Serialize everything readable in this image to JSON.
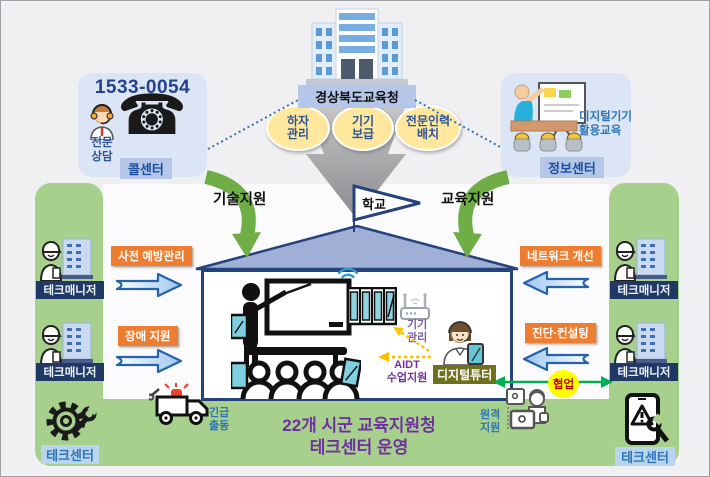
{
  "palette": {
    "background": "#f0f0f2",
    "panel_green": "#a7d08c",
    "card_blue": "#dbe5f5",
    "chip_blue": "#b5c7e8",
    "navy": "#1f3864",
    "orange": "#ed7d31",
    "bubble_yellow": "#ffe79d",
    "bubble_text_blue": "#2e5496",
    "house_border": "#24427c",
    "roof_fill": "#9fafd6",
    "purple": "#7030a0",
    "green_arrow": "#6fad47",
    "blue_arrow_outline": "#2563ad",
    "collab_line_green": "#00af4f",
    "collab_badge_yellow": "#ffff00",
    "dashed_arrow_yellow": "#ffc000",
    "tutor_label_olive": "#6f6f1d",
    "tablet_teal": "#7ed0e0"
  },
  "authority": {
    "name": "경상북도교육청",
    "functions": [
      "하자\n관리",
      "기기\n보급",
      "전문인력\n배치"
    ]
  },
  "call_center": {
    "phone_number": "1533-0054",
    "phone_icon": "☎",
    "agent_caption": "전문\n상담",
    "label": "콜센터"
  },
  "info_center": {
    "caption": "디지털기기\n활용교육",
    "label": "정보센터"
  },
  "flows": {
    "left": "기술지원",
    "right": "교육지원"
  },
  "school": {
    "flag": "학교"
  },
  "left_panel": {
    "managers": [
      "테크매니저",
      "테크매니저"
    ],
    "actions": [
      "사전 예방관리",
      "장애 지원"
    ],
    "tech_center": "테크센터"
  },
  "right_panel": {
    "managers": [
      "테크매니저",
      "테크매니저"
    ],
    "actions": [
      "네트워크 개선",
      "진단·컨설팅"
    ],
    "tech_center": "테크센터"
  },
  "house": {
    "device_management": "기기\n관리",
    "aidt_support": "AIDT\n수업지원",
    "digital_tutor": "디지털튜터"
  },
  "collaboration": "협업",
  "emergency_dispatch": "긴급\n출동",
  "remote_support": "원격\n지원",
  "footer": {
    "line1": "22개 시군 교육지원청",
    "line2": "테크센터 운영"
  }
}
